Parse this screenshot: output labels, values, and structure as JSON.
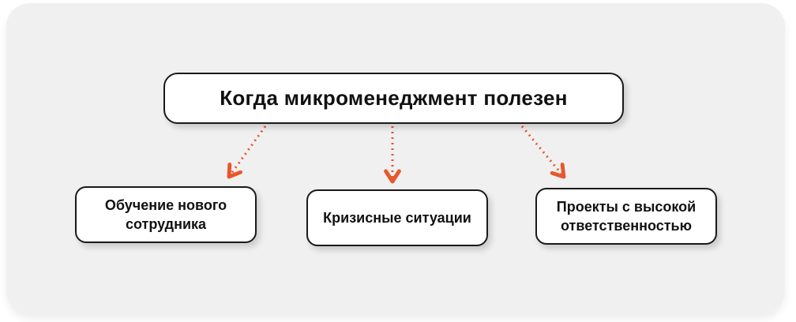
{
  "diagram": {
    "title": "Когда микроменеджмент полезен",
    "nodes": [
      {
        "label": "Обучение нового сотрудника"
      },
      {
        "label": "Кризисные ситуации"
      },
      {
        "label": "Проекты с высокой ответственностью"
      }
    ],
    "colors": {
      "arrow": "#E8572B",
      "panel_bg": "#F0F0F1",
      "box_bg": "#FFFFFF",
      "box_border": "#1A1A1A",
      "text": "#111111"
    }
  }
}
